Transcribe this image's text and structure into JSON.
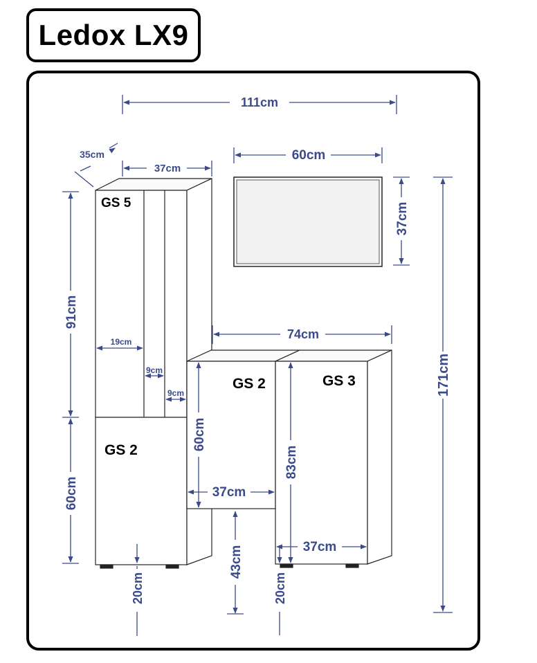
{
  "title": "Ledox LX9",
  "colors": {
    "dimension": "#3a4a8a",
    "outline": "#222222",
    "mirror": "#f1f1f1"
  },
  "modules": {
    "tall_top": "GS 5",
    "tall_bottom": "GS 2",
    "mid": "GS 2",
    "right": "GS 3"
  },
  "dimensions": {
    "overall_width": "111cm",
    "overall_height": "171cm",
    "mirror_width": "60cm",
    "mirror_height": "37cm",
    "tall_depth": "35cm",
    "tall_width": "37cm",
    "tall_top_height": "91cm",
    "shelf_19": "19cm",
    "shelf_9a": "9cm",
    "shelf_9b": "9cm",
    "tall_bottom_height": "60cm",
    "tall_leg": "20cm",
    "low_group_width": "74cm",
    "mid_height": "60cm",
    "mid_width": "37cm",
    "mid_gap": "43cm",
    "right_height": "83cm",
    "right_width": "37cm",
    "right_leg": "20cm"
  }
}
